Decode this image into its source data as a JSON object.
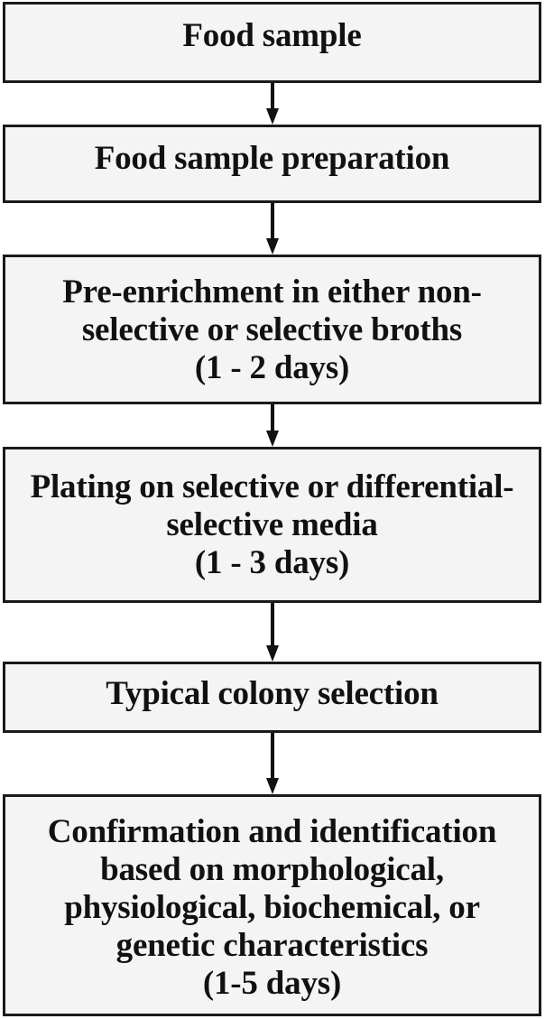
{
  "diagram": {
    "type": "flowchart",
    "orientation": "vertical-top-to-bottom",
    "colors": {
      "page_background": "#ffffff",
      "node_fill": "#f4f4f4",
      "node_border": "#1a1a1a",
      "text": "#111111",
      "arrow": "#111111"
    },
    "nodes": [
      {
        "id": "food-sample",
        "text": "Food sample",
        "lines": [
          "Food sample"
        ],
        "duration": null
      },
      {
        "id": "food-sample-preparation",
        "text": "Food sample preparation",
        "lines": [
          "Food sample preparation"
        ],
        "duration": null
      },
      {
        "id": "pre-enrichment",
        "text": "Pre-enrichment in either non-\nselective or selective broths\n(1 - 2 days)",
        "lines": [
          "Pre-enrichment in either non-",
          "selective or selective broths",
          "(1 - 2 days)"
        ],
        "duration": "(1 - 2 days)"
      },
      {
        "id": "plating",
        "text": "Plating on selective or differential-\nselective media\n(1 - 3 days)",
        "lines": [
          "Plating on selective or differential-",
          "selective media",
          "(1 - 3 days)"
        ],
        "duration": "(1 - 3 days)"
      },
      {
        "id": "typical-colony-selection",
        "text": "Typical colony selection",
        "lines": [
          "Typical colony selection"
        ],
        "duration": null
      },
      {
        "id": "confirmation-identification",
        "text": "Confirmation and identification\nbased on morphological,\nphysiological, biochemical, or\ngenetic characteristics\n(1-5 days)",
        "lines": [
          "Confirmation and identification",
          "based on morphological,",
          "physiological, biochemical, or",
          "genetic characteristics",
          "(1-5 days)"
        ],
        "duration": "(1-5 days)"
      }
    ],
    "connectors": [
      {
        "id": "arrow-0",
        "from": "food-sample",
        "to": "food-sample-preparation",
        "glyph": "down-arrow"
      },
      {
        "id": "arrow-1",
        "from": "food-sample-preparation",
        "to": "pre-enrichment",
        "glyph": "down-arrow"
      },
      {
        "id": "arrow-2",
        "from": "pre-enrichment",
        "to": "plating",
        "glyph": "down-arrow"
      },
      {
        "id": "arrow-3",
        "from": "plating",
        "to": "typical-colony-selection",
        "glyph": "down-arrow"
      },
      {
        "id": "arrow-4",
        "from": "typical-colony-selection",
        "to": "confirmation-identification",
        "glyph": "down-arrow"
      }
    ]
  }
}
